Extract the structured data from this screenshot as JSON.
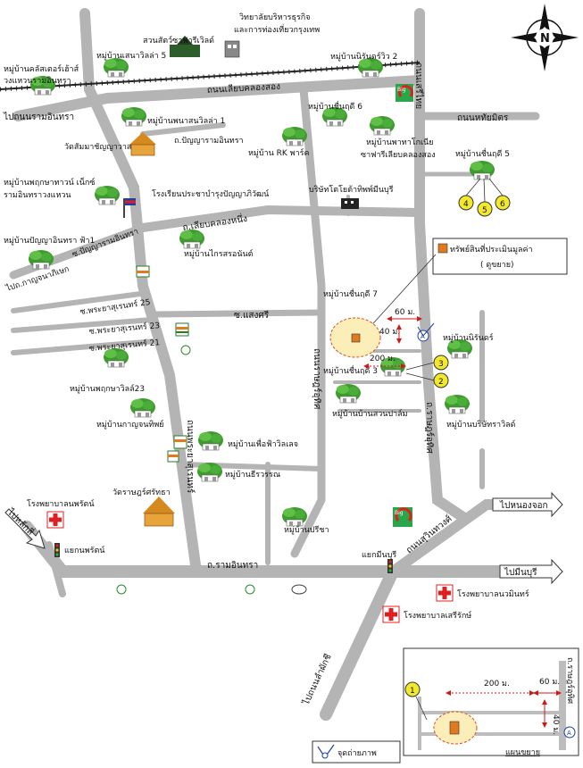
{
  "compass": {
    "letter": "N"
  },
  "roads": {
    "seri_thai": "ถนนเสรีไทย",
    "liap_khlong_song": "ถนนเลียบคลองสอง",
    "ram_inthra_left": "ไปถนนรามอินทรา",
    "hathai_rat": "ถนนหทัยมิตร",
    "panya_ram_inthra": "ถ.ปัญญารามอินทรา",
    "liap_khlong_nueng": "ถ.เลียบคลองหนึ่ง",
    "panya_ram_inthra_soi": "ซ.ปัญญารามอินทรา",
    "to_kanchanaphisek": "ไปถ.กาญจนาภิเษก",
    "phraya_suren_25": "ซ.พระยาสุเรนทร์ 25",
    "phraya_suren_23": "ซ.พระยาสุเรนทร์ 23",
    "phraya_suren_21": "ซ.พระยาสุเรนทร์ 21",
    "soi_saengsri": "ซ.แสงศรี",
    "phraya_suren": "ถนนพระยาสุเรนทร์",
    "rat_uthit": "ถนนราษฎร์อุทิศ",
    "rat_uthit_2": "ถ.ราษฎร์อุทิศ",
    "to_nong_chok": "ไปหนองจอก",
    "suwinthawong": "ถนนสุวินทวงศ์",
    "to_lak_si": "ไปหลักสี่",
    "ram_inthra": "ถ.รามอินทรา",
    "to_min_buri": "ไปมีนบุรี",
    "to_lam_phai": "ไปถนนลำผักชี"
  },
  "places": {
    "zoo": "สวนสัตว์ซาฟารีเวิลด์",
    "college": "วิทยาลัยบริหารธุรกิจ\nและการท่องเที่ยวกรุงเทพ",
    "seri_rama5": "หมู่บ้านเสนาวิลล่า 5",
    "nirun_2": "หมู่บ้านนิรันดร์วิว 2",
    "cluster_house": "หมู่บ้านคลัสเตอร์เฮ้าส์\nวงแหวนรามอินทรา",
    "phana_villa": "หมู่บ้านพนาสนวิลล่า 1",
    "chuenrudee_6": "หมู่บ้านชื่นฤดี 6",
    "temple_samakkhi": "วัดสัมมาชัญญาวาส",
    "prueksa": "หมู่บ้านพฤกษาทาวน์ เน็กซ์\nรามอินทราวงแหวน",
    "pattana": "หมู่บ้านพาทาโกเนีย\nซาฟารีเลียบคลองสอง",
    "rk_park": "หมู่บ้าน RK พาร์ค",
    "chuenrudee_5": "หมู่บ้านชื่นฤดี 5",
    "school": "โรงเรียนประชาบำรุงปัญญาภิวัฒน์",
    "company": "บริษัทโตโยต้าทิพพ์มีนบุรี",
    "panya_villa": "หมู่บ้านปัญญาอินทรา ฟ้า1",
    "kaiyaram": "หมู่บ้านไกรสรอนันต์",
    "subject_label": "ทรัพย์สินที่ประเมินมูลค่า",
    "subject_sub": "( ดูขยาย)",
    "chuenrudee_7": "หมู่บ้านชื่นฤดี 7",
    "nirun": "หมู่บ้านนิรันดร์",
    "chuenrudee_3": "หมู่บ้านชื่นฤดี 3",
    "suan_sawang": "หมู่บ้านบ้านสวนปาล์ม",
    "prueksa_23": "หมู่บ้านพฤกษาวิลล์23",
    "kanchana": "หมู่บ้านกาญจนทิพย์",
    "phuean": "หมู่บ้านเพื่อฟ้าวิลเลจ",
    "thirawan": "หมู่บ้านธีรวรรณ",
    "borisat": "หมู่บ้านบริษัทราวิลด์",
    "hospital_left": "โรงพยาบาลนพรัตน์",
    "temple_right": "วัดราษฎร์ศรัทธา",
    "preecha": "หมู่บ้านปรีชา",
    "intersection_left": "แยกนพรัตน์",
    "intersection_min": "แยกมีนบุรี",
    "hosp_navamin": "โรงพยาบาลนวมินทร์",
    "hosp_serirak": "โรงพยาบาลเสรีรักษ์",
    "legend_photo": "จุดถ่ายภาพ",
    "inset_caption": "แผนขยาย"
  },
  "distances": {
    "d60": "60 ม.",
    "d40": "40 ม.",
    "d200": "200 ม.",
    "inset_200": "200 ม.",
    "inset_60": "60 ม.",
    "inset_40": "40 ม."
  },
  "markers": {
    "m1": "1",
    "m2": "2",
    "m3": "3",
    "m4": "4",
    "m5": "5",
    "m6": "6",
    "a": "A"
  },
  "brands": {
    "big": "Big",
    "big2": "Big"
  },
  "colors": {
    "road": "#b4b4b4",
    "marker_fill": "#f2e92c",
    "subject": "#e07a1a",
    "hospital": "#e02020",
    "tree": "#3a9a2a",
    "red_arrow": "#d01818",
    "compass": "#111111"
  }
}
